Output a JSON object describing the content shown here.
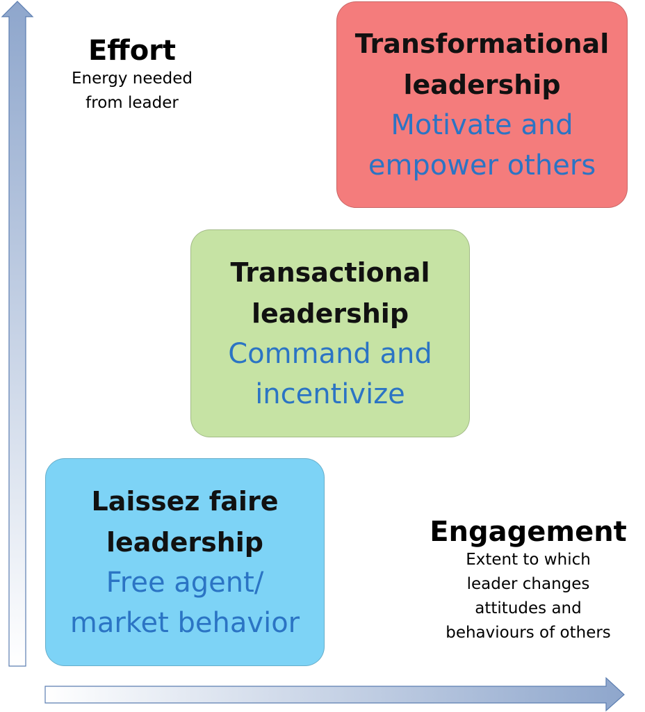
{
  "y_axis": {
    "title": "Effort",
    "subtitle_lines": [
      "Energy needed",
      "from leader"
    ]
  },
  "x_axis": {
    "title": "Engagement",
    "subtitle_lines": [
      "Extent to which",
      "leader changes",
      "attitudes and",
      "behaviours of others"
    ]
  },
  "boxes": [
    {
      "title_lines": [
        "Transformational",
        "leadership"
      ],
      "desc_lines": [
        "Motivate and",
        "empower others"
      ],
      "color": "#f47c7c"
    },
    {
      "title_lines": [
        "Transactional",
        "leadership"
      ],
      "desc_lines": [
        "Command and",
        "incentivize"
      ],
      "color": "#c6e3a4"
    },
    {
      "title_lines": [
        "Laissez faire",
        "leadership"
      ],
      "desc_lines": [
        "Free agent/",
        "market behavior"
      ],
      "color": "#7dd3f6"
    }
  ]
}
